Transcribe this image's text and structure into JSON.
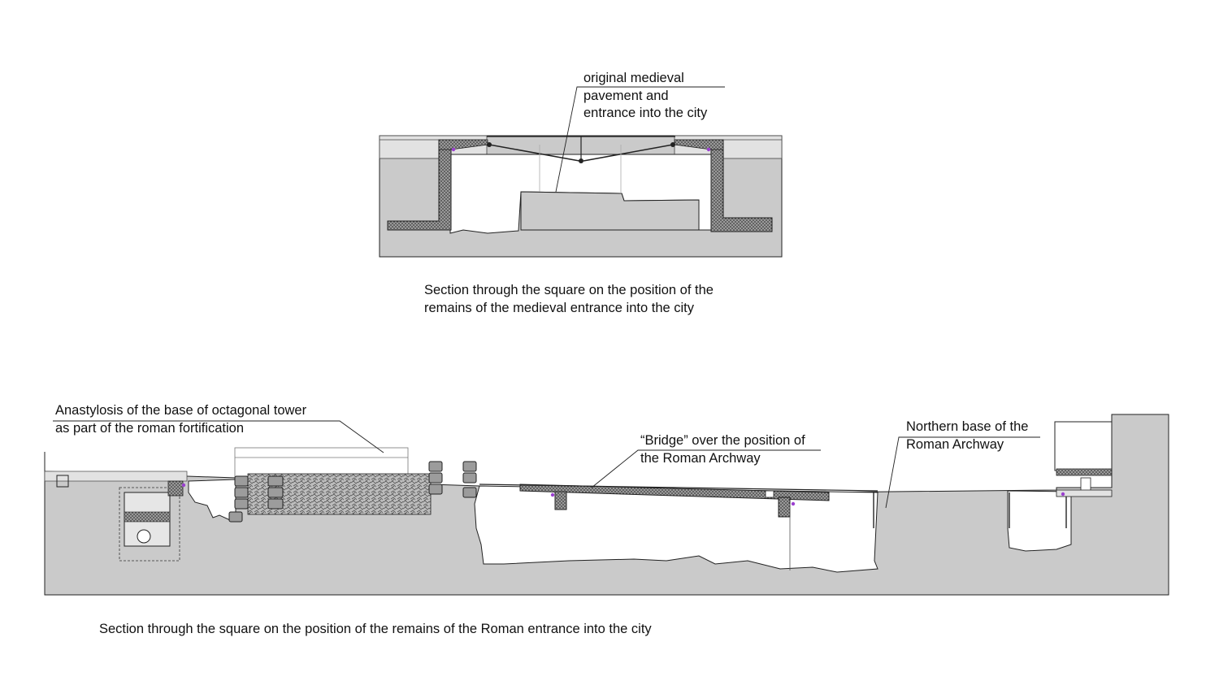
{
  "section_medieval": {
    "callout": [
      "original medieval",
      "pavement and",
      "entrance into the city"
    ],
    "caption": [
      "Section through the square on the position of the",
      "remains of the medieval entrance into the city"
    ]
  },
  "section_roman": {
    "callout_tower": [
      "Anastylosis of the base of octagonal tower",
      "as part of the roman fortification"
    ],
    "callout_bridge": [
      "“Bridge” over the position of",
      "the Roman Archway"
    ],
    "callout_northern": [
      "Northern base of the",
      "Roman Archway"
    ],
    "caption": "Section through the square on the position of the remains of the Roman entrance into the city"
  },
  "colors": {
    "ground": "#cacaca",
    "concrete_hatch": "#8a8a8a",
    "outline": "#222222",
    "accent_marker": "#9b40d0"
  }
}
